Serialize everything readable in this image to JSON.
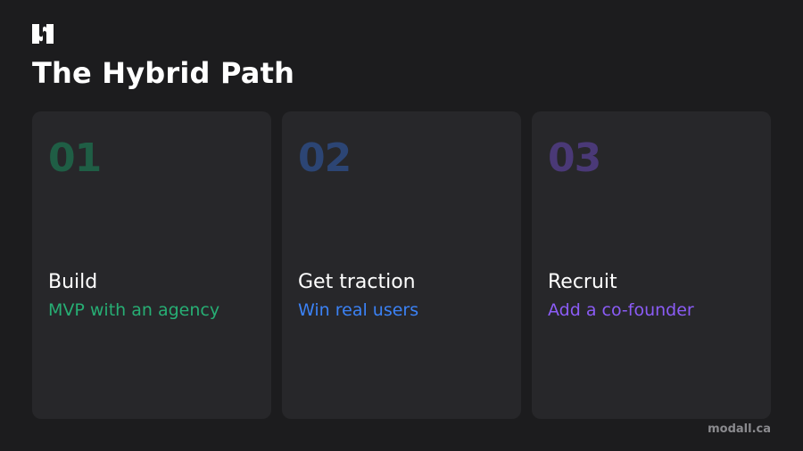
{
  "slide": {
    "title": "The Hybrid Path",
    "logo_icon": "modall-logo-icon",
    "footer": "modall.ca"
  },
  "cards": [
    {
      "number": "01",
      "heading": "Build",
      "subtext": "MVP with an agency",
      "number_color": "#1f5e45",
      "subtext_color": "#27ae74"
    },
    {
      "number": "02",
      "heading": "Get traction",
      "subtext": "Win real users",
      "number_color": "#2c4574",
      "subtext_color": "#3b82f6"
    },
    {
      "number": "03",
      "heading": "Recruit",
      "subtext": "Add a co-founder",
      "number_color": "#4a3977",
      "subtext_color": "#8b5cf6"
    }
  ]
}
